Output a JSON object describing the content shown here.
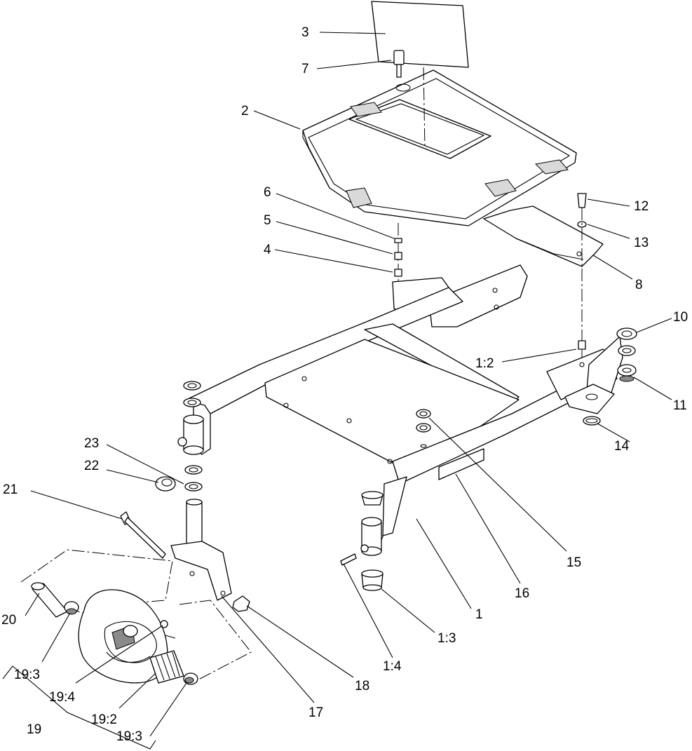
{
  "callouts": [
    {
      "key": "c3",
      "text": "3"
    },
    {
      "key": "c7",
      "text": "7"
    },
    {
      "key": "c2",
      "text": "2"
    },
    {
      "key": "c6",
      "text": "6"
    },
    {
      "key": "c5",
      "text": "5"
    },
    {
      "key": "c4",
      "text": "4"
    },
    {
      "key": "c12",
      "text": "12"
    },
    {
      "key": "c13",
      "text": "13"
    },
    {
      "key": "c8",
      "text": "8"
    },
    {
      "key": "c10",
      "text": "10"
    },
    {
      "key": "c1_2",
      "text": "1:2"
    },
    {
      "key": "c11",
      "text": "11"
    },
    {
      "key": "c14",
      "text": "14"
    },
    {
      "key": "c23",
      "text": "23"
    },
    {
      "key": "c22",
      "text": "22"
    },
    {
      "key": "c21",
      "text": "21"
    },
    {
      "key": "c15",
      "text": "15"
    },
    {
      "key": "c16",
      "text": "16"
    },
    {
      "key": "c1",
      "text": "1"
    },
    {
      "key": "c1_3",
      "text": "1:3"
    },
    {
      "key": "c1_4",
      "text": "1:4"
    },
    {
      "key": "c20",
      "text": "20"
    },
    {
      "key": "c19_3a",
      "text": "19:3"
    },
    {
      "key": "c19_4",
      "text": "19:4"
    },
    {
      "key": "c19_2",
      "text": "19:2"
    },
    {
      "key": "c19_3b",
      "text": "19:3"
    },
    {
      "key": "c19",
      "text": "19"
    },
    {
      "key": "c17",
      "text": "17"
    },
    {
      "key": "c18",
      "text": "18"
    }
  ]
}
